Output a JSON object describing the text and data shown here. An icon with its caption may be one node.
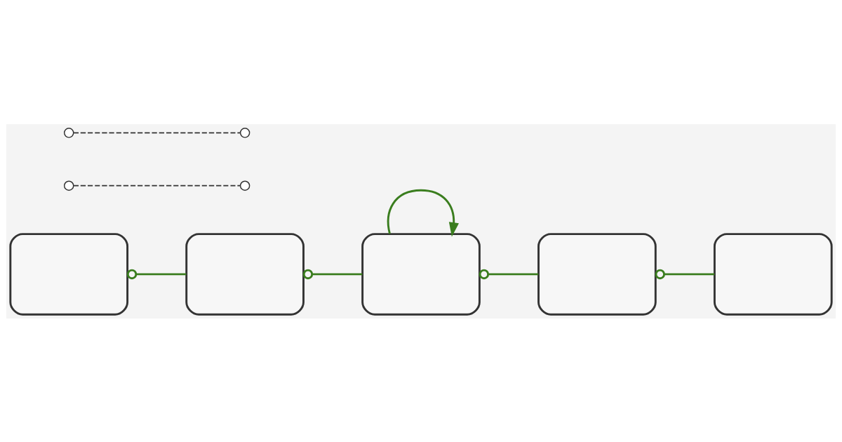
{
  "diagram": {
    "nodes": [
      {
        "text": [],
        "shape": "box"
      },
      {
        "text": [],
        "shape": "box"
      },
      {
        "text": [],
        "shape": "box"
      },
      {
        "text": [],
        "shape": "box"
      },
      {
        "text": [],
        "shape": "box"
      },
      {
        "text": [],
        "shape": "circle"
      },
      {
        "text": [],
        "shape": "circle"
      },
      {
        "text": [],
        "shape": "circle"
      },
      {
        "text": [],
        "shape": "circle"
      }
    ],
    "edges": [
      {
        "from": 0,
        "to": 1,
        "arrow": "other"
      },
      {
        "from": 1,
        "to": 2,
        "arrow": "other"
      },
      {
        "from": 2,
        "to": 3,
        "arrow": "other"
      },
      {
        "from": 3,
        "to": 4,
        "arrow": "other"
      },
      {
        "from": 2,
        "to": 2,
        "arrow": "to"
      },
      {
        "from": 5,
        "to": 6,
        "arrow": "none",
        "style": "dashed",
        "color": "#333333"
      },
      {
        "from": 7,
        "to": 8,
        "arrow": "none",
        "style": "dashed",
        "color": "#333333"
      }
    ]
  }
}
